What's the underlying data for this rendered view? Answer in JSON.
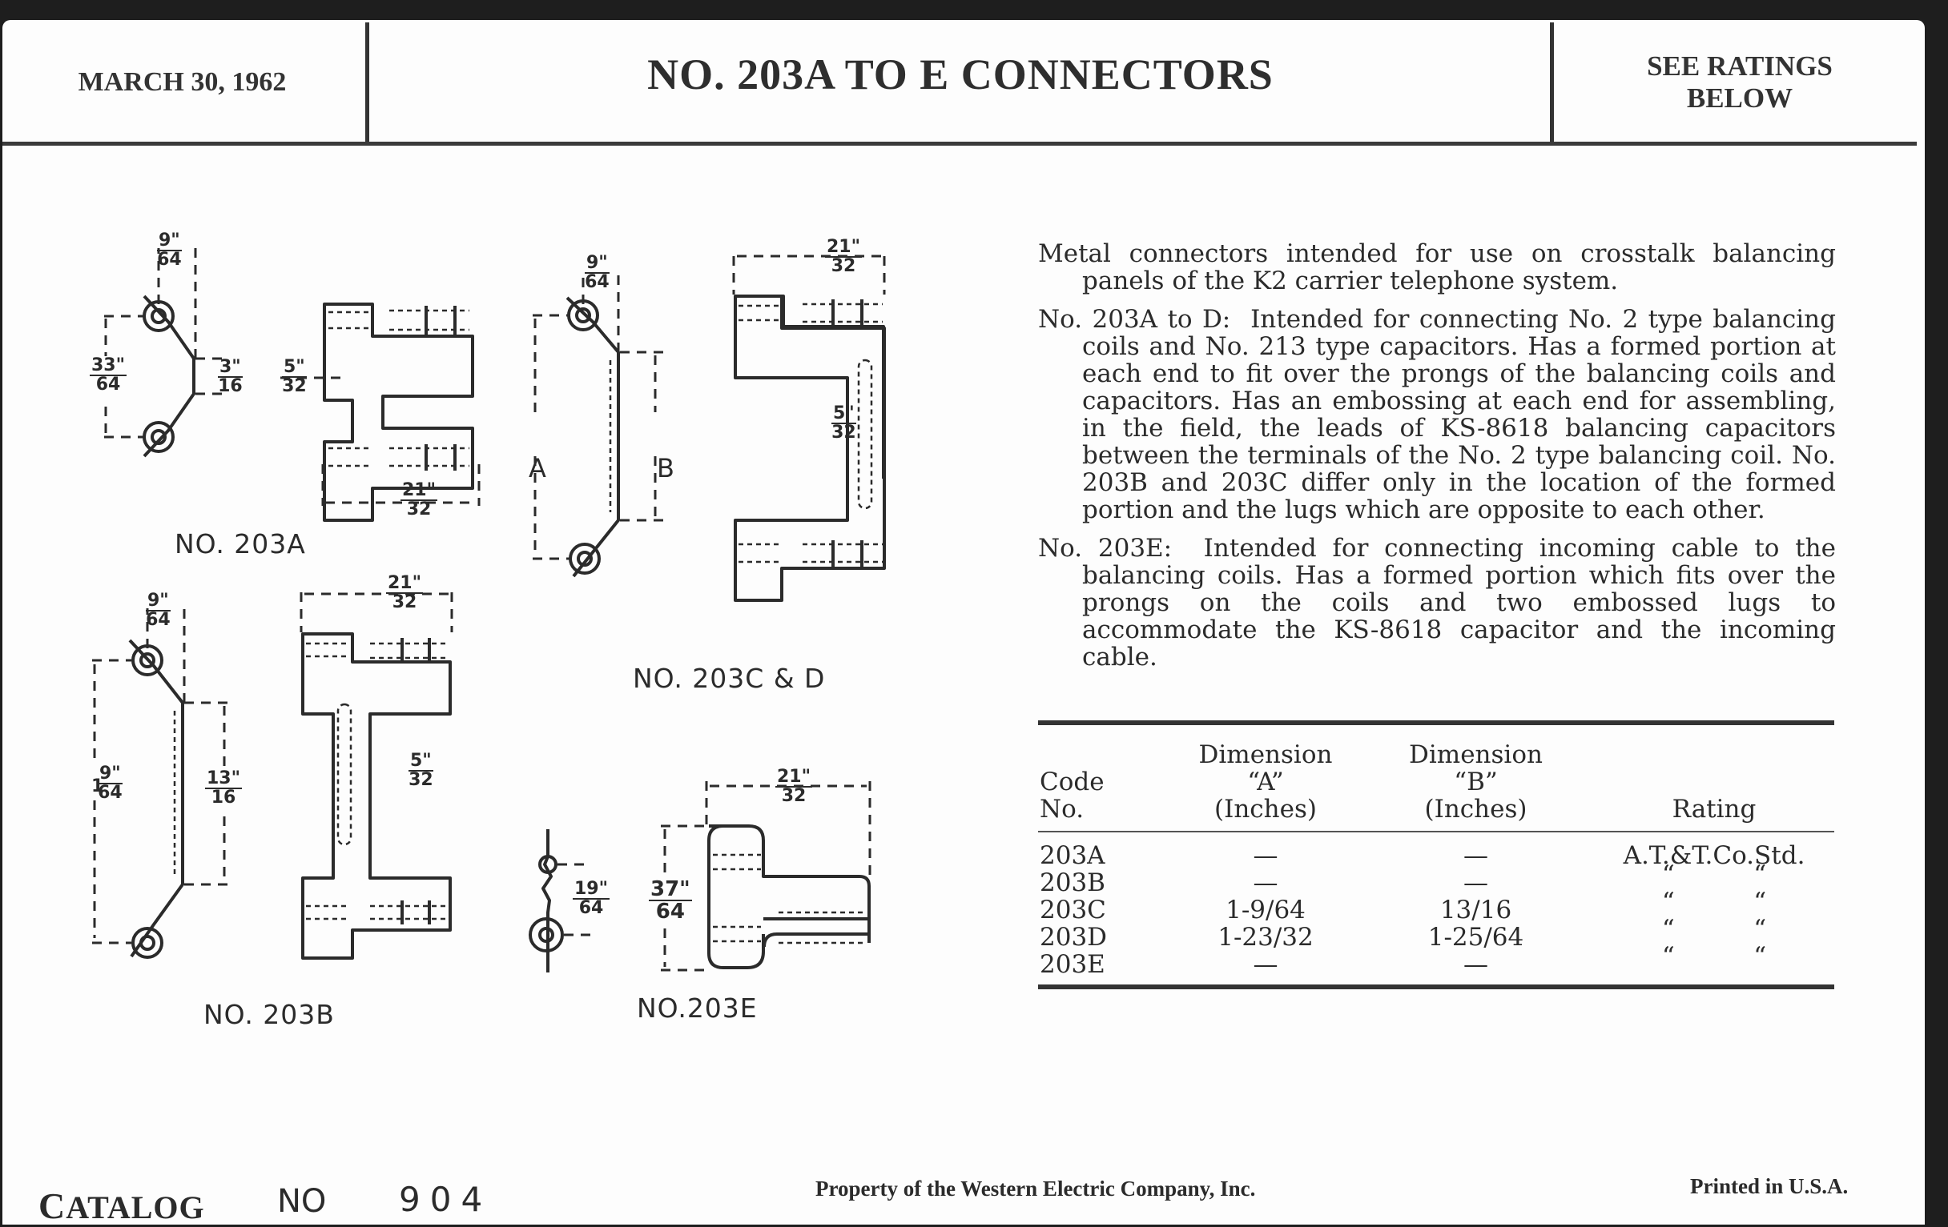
{
  "header": {
    "date": "MARCH 30, 1962",
    "title": "NO. 203A TO E CONNECTORS",
    "rating_line1": "SEE RATINGS",
    "rating_line2": "BELOW"
  },
  "description": {
    "intro": "Metal connectors intended for use on crosstalk balancing panels of the K2 carrier telephone system.",
    "paragraphs": [
      {
        "lead": "No. 203A to D:",
        "text": "Intended for connecting No. 2 type balancing coils and No. 213 type capacitors. Has a formed portion at each end to fit over the prongs of the balancing coils and capacitors. Has an embossing at each end for assembling, in the field, the leads of KS-8618 balancing capacitors between the terminals of the No. 2 type balancing coil. No. 203B and 203C differ only in the location of the formed portion and the lugs which are opposite to each other."
      },
      {
        "lead": "No. 203E:",
        "text": "Intended for connecting incoming cable to the balancing coils. Has a formed portion which fits over the prongs on the coils and two embossed lugs to accommodate the KS-8618 capacitor and the incoming cable."
      }
    ]
  },
  "table": {
    "headers": {
      "code": [
        "Code",
        "No."
      ],
      "dim_a": [
        "Dimension",
        "“A”",
        "(Inches)"
      ],
      "dim_b": [
        "Dimension",
        "“B”",
        "(Inches)"
      ],
      "rating": [
        "Rating"
      ]
    },
    "rows": [
      {
        "code": "203A",
        "dim_a": "—",
        "dim_b": "—",
        "rating": "A.T.&T.Co.Std."
      },
      {
        "code": "203B",
        "dim_a": "—",
        "dim_b": "—",
        "rating": "“          “"
      },
      {
        "code": "203C",
        "dim_a": "1-9/64",
        "dim_b": "13/16",
        "rating": "“          “"
      },
      {
        "code": "203D",
        "dim_a": "1-23/32",
        "dim_b": "1-25/64",
        "rating": "“          “"
      },
      {
        "code": "203E",
        "dim_a": "—",
        "dim_b": "—",
        "rating": "“          “"
      }
    ]
  },
  "figures": {
    "fig_203a": {
      "label": "NO. 203A",
      "dims": {
        "top_w": [
          "9\"",
          "64"
        ],
        "height": [
          "33\"",
          "64"
        ],
        "offset": [
          "3\"",
          "16"
        ],
        "slot": [
          "5\"",
          "32"
        ],
        "width": [
          "21\"",
          "32"
        ]
      }
    },
    "fig_203cd": {
      "label": "NO. 203C & D",
      "dims": {
        "top_w": [
          "9\"",
          "64"
        ],
        "width": [
          "21\"",
          "32"
        ],
        "bar": [
          "5\"",
          "32"
        ],
        "letter_a": "A",
        "letter_b": "B"
      }
    },
    "fig_203b": {
      "label": "NO. 203B",
      "dims": {
        "top_w": [
          "9\"",
          "64"
        ],
        "height_whole": "1",
        "height": [
          "9\"",
          "64"
        ],
        "inner": [
          "13\"",
          "16"
        ],
        "width": [
          "21\"",
          "32"
        ],
        "bar": [
          "5\"",
          "32"
        ]
      }
    },
    "fig_203e": {
      "label": "NO.203E",
      "dims": {
        "pitch": [
          "19\"",
          "64"
        ],
        "height": [
          "37\"",
          "64"
        ],
        "width": [
          "21\"",
          "32"
        ]
      }
    }
  },
  "footer": {
    "catalog_first": "C",
    "catalog_rest": "ATALOG",
    "no": "NO",
    "number": "904",
    "property": "Property of the Western Electric Company, Inc.",
    "printed": "Printed in U.S.A."
  }
}
